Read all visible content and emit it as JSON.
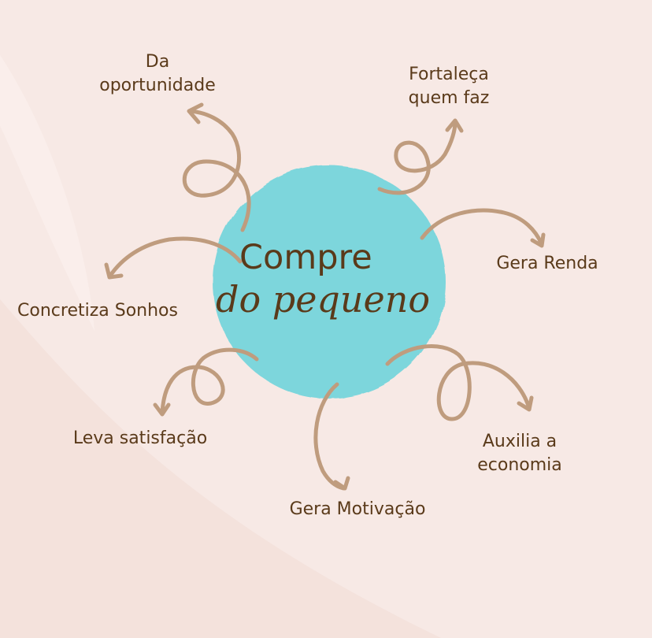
{
  "colors": {
    "background": "#f7e9e5",
    "circle": "#7dd6dc",
    "arrow": "#bf9c7e",
    "text": "#5a3a1a"
  },
  "center": {
    "line1": "Compre",
    "line2": "do pequeno"
  },
  "nodes": {
    "da_oportunidade": [
      "Da",
      "oportunidade"
    ],
    "fortaleca": [
      "Fortaleça",
      "quem faz"
    ],
    "gera_renda": "Gera Renda",
    "concretiza": "Concretiza Sonhos",
    "leva_satisfacao": "Leva satisfação",
    "gera_motivacao": "Gera Motivação",
    "auxilia": [
      "Auxilia a",
      "economia"
    ]
  }
}
